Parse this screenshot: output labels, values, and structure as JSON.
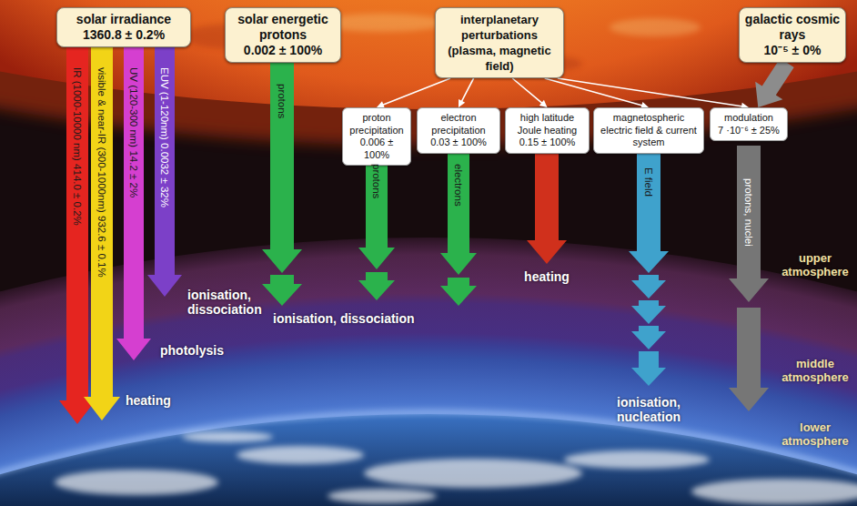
{
  "diagram": {
    "nodes": [
      {
        "text": [
          "solar irradiance",
          "1360.8 ± 0.2%"
        ]
      },
      {
        "text": [
          "solar energetic protons",
          "0.002 ± 100%"
        ]
      },
      {
        "text": [
          "interplanetary perturbations (plasma, magnetic field)"
        ]
      },
      {
        "text": [
          "galactic cosmic rays",
          "10⁻⁵ ± 0%"
        ]
      },
      {
        "text": [
          "proton precipitation",
          "0.006 ± 100%"
        ]
      },
      {
        "text": [
          "electron precipitation",
          "0.03 ± 100%"
        ]
      },
      {
        "text": [
          "high latitude Joule heating",
          "0.15 ± 100%"
        ]
      },
      {
        "text": [
          "magnetospheric electric field & current system"
        ]
      },
      {
        "text": [
          "modulation",
          "7 ·10⁻⁶ ± 25%"
        ]
      }
    ],
    "edges": [
      {
        "from": 2,
        "to": 4,
        "arrow": "to"
      },
      {
        "from": 2,
        "to": 5,
        "arrow": "to"
      },
      {
        "from": 2,
        "to": 6,
        "arrow": "to"
      },
      {
        "from": 2,
        "to": 7,
        "arrow": "to"
      },
      {
        "from": 2,
        "to": 8,
        "arrow": "to"
      },
      {
        "from": 3,
        "to": 8,
        "arrow": "to"
      }
    ],
    "labels": [
      "IR (1000-10000 nm) 414.0 ± 0.2%",
      "visible & near-IR (300-1000nm) 932.6 ± 0.1%",
      "UV (120-300 nm) 14.2 ± 2%",
      "EUV (1-120nm) 0.0032 ± 32%",
      "protons",
      "protons",
      "electrons",
      "E field",
      "protons, nuclei",
      "ionisation, dissociation",
      "ionisation, dissociation",
      "heating",
      "photolysis",
      "heating",
      "ionisation, nucleation",
      "upper atmosphere",
      "middle atmosphere",
      "lower atmosphere"
    ]
  }
}
